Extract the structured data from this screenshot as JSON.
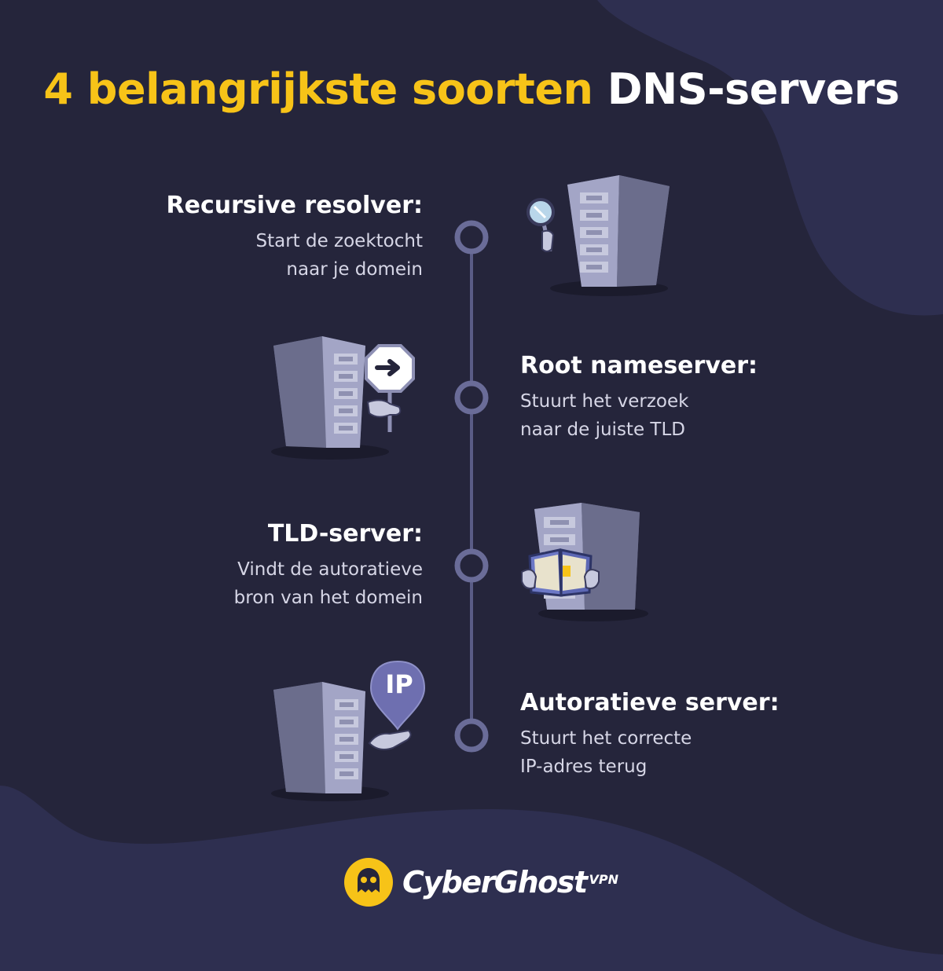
{
  "title": {
    "highlight": "4 belangrijkste soorten",
    "rest": "DNS-servers"
  },
  "steps": [
    {
      "heading": "Recursive resolver:",
      "line1": "Start de zoektocht",
      "line2": "naar je domein",
      "illustration": "magnifier-server"
    },
    {
      "heading": "Root nameserver:",
      "line1": "Stuurt het verzoek",
      "line2": "naar de juiste TLD",
      "illustration": "sign-server"
    },
    {
      "heading": "TLD-server:",
      "line1": "Vindt de autoratieve",
      "line2": "bron van het domein",
      "illustration": "book-server"
    },
    {
      "heading": "Autoratieve server:",
      "line1": "Stuurt het correcte",
      "line2": "IP-adres terug",
      "illustration": "ip-pin-server"
    }
  ],
  "ip_badge": "IP",
  "logo": {
    "brand": "CyberGhost",
    "suffix": "VPN"
  },
  "colors": {
    "background": "#25253b",
    "accent": "#f7c318",
    "server": "#8e90b4",
    "timeline": "#5a5c86"
  }
}
